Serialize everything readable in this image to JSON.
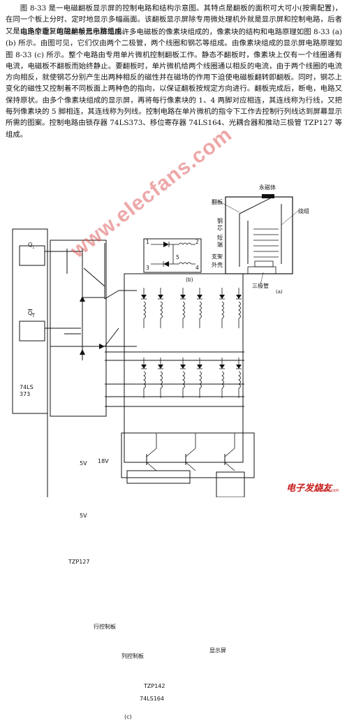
{
  "paragraphs": {
    "p1": "图 8-33 是一电磁翻板显示屏的控制电路和结构示意图。其特点是翻板的面积可大可小(按需配置)，在同一个板上分时、定时地显示多幅画面。该翻板显示屏除专用微处理机外就是显示屏和控制电路，后者又是由多个重复的简单单元电路组成。",
    "p2": "电路原理：电磁翻板显示屏是由许多电磁板的像素块组成的，像素块的结构和电路原理如图 8-33 (a) (b) 所示。由图可见，它们仅由两个二极管，两个线圈和钢芯等组成。由像素块组成的显示屏电路原理如图 8-33 (c) 所示。整个电路由专用单片微机控制翻板工作。静态不翻板时，像素块上仅有一个线圈通有电流，电磁板不翻板而始终静止。要翻板时，单片微机给两个线圈通以相反的电流，由于两个线圈的电流方向相反，就使钢芯分别产生出两种相反的磁性并在磁场的作用下迫使电磁板翻转即翻板。同时，钢芯上变化的磁性又控制着不同板面上两种色的指向，以保证翻板按规定方向进行。翻板完成后，断电，电路又保持原状。由多个像素块组成的显示屏，再将每行像素块的 1、4 两脚对应相连，其连线称为行线，又把每列像素块的 5 脚相连，其连线称为列线。控制电路在单片微机的指令下工作去控制行列线达到屏幕显示所需的图案。控制电路由锁存器 74LS373、移位寄存器 74LS164、光耦合器和推动三极管 TZP127 等组成。"
  },
  "figure_a": {
    "magnet": "永磁体",
    "flipboard": "翻板",
    "steel_core": "钢芯",
    "short_end": "短端",
    "support": "支架",
    "housing": "外壳",
    "coil": "绕组",
    "triode": "三极管",
    "label": "(a)"
  },
  "figure_b": {
    "pins": [
      "1",
      "2",
      "3",
      "4",
      "5"
    ],
    "label": "(b)"
  },
  "figure_c": {
    "chip_373": "74LS\n373",
    "q1": "Q",
    "q1_sub": "1",
    "q1n": "Q",
    "q1n_sub": "1",
    "v5a": "5V",
    "v18": "18V",
    "v5b": "5V",
    "tzp127": "TZP127",
    "row_board": "行控制板",
    "display": "显示屏",
    "col_board": "列控制板",
    "tzp142": "TZP142",
    "chip_164": "74LS164",
    "label": "(c)"
  },
  "watermark": "www.elecfans.com",
  "footer": {
    "logo": "电子发烧友",
    "site": "elecfans.com"
  }
}
